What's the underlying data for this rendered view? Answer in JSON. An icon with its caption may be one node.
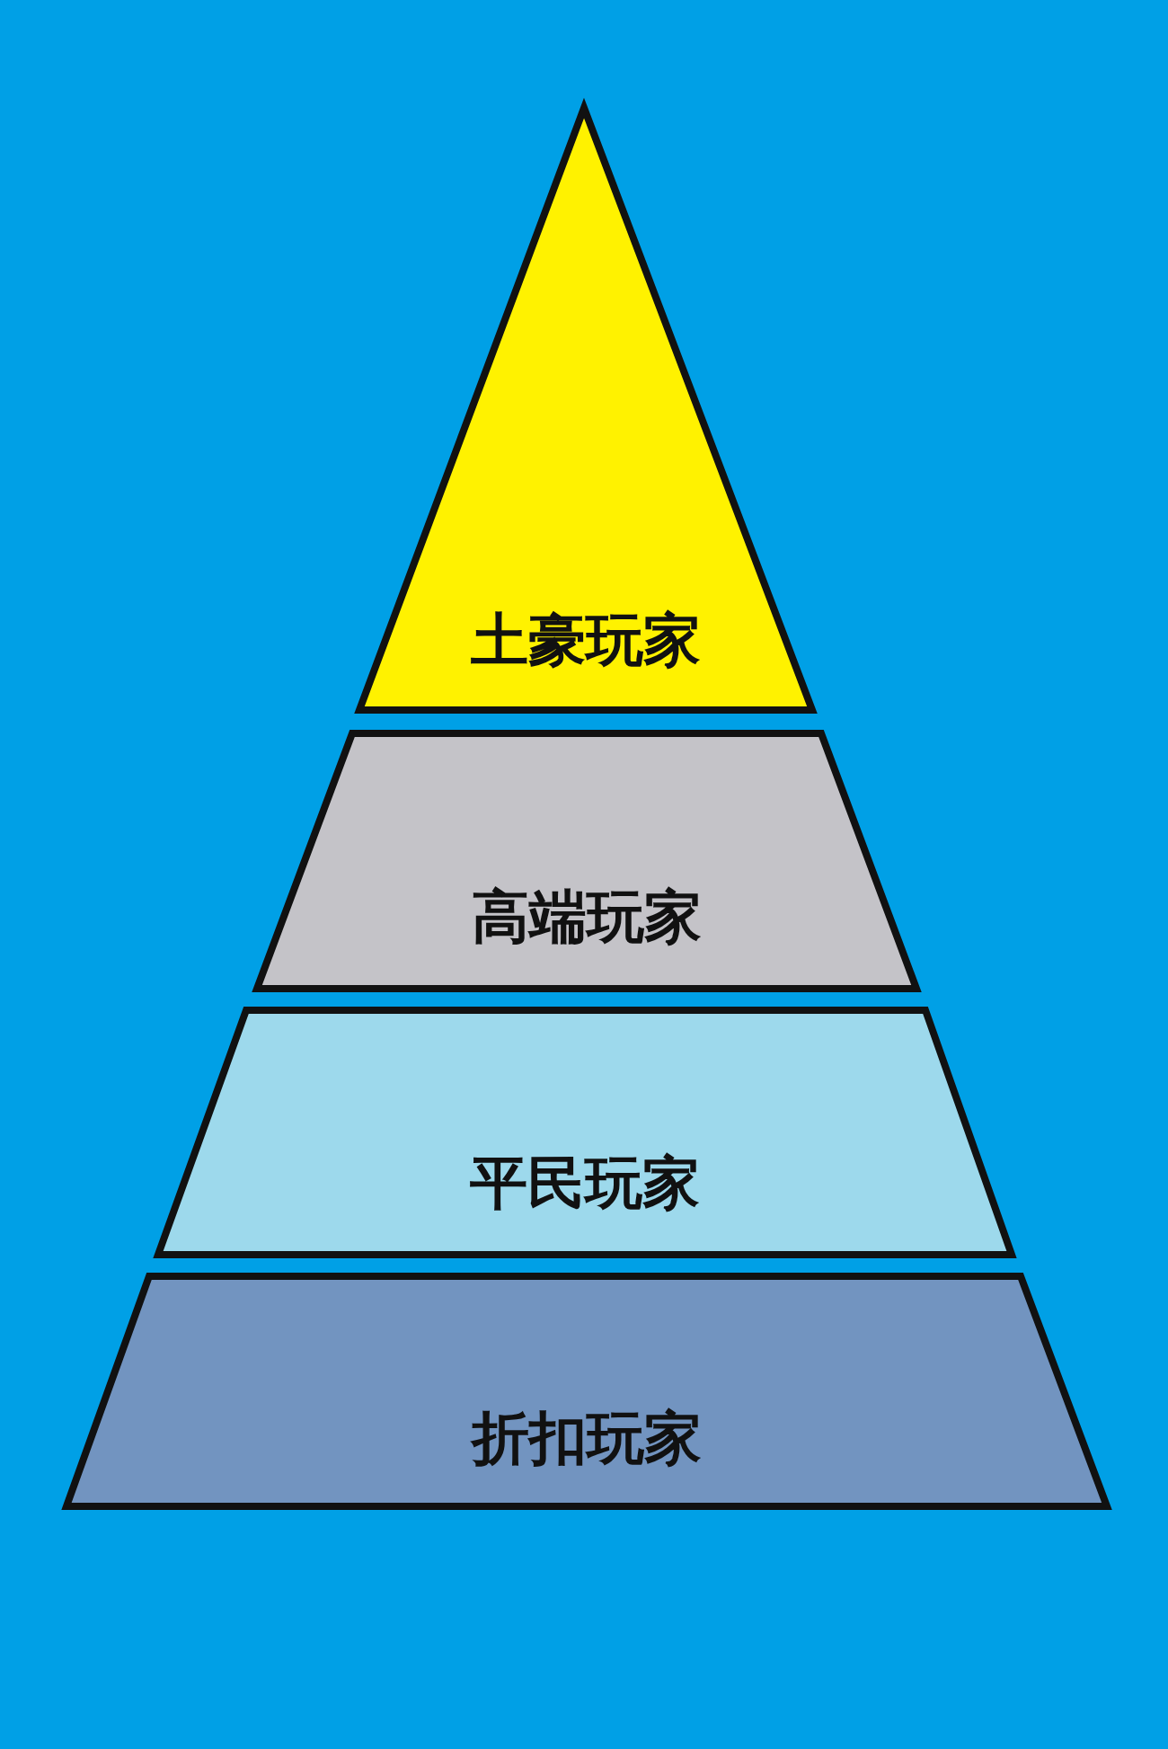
{
  "diagram": {
    "nodes": [
      {
        "text": [
          "土豪玩家"
        ]
      },
      {
        "text": [
          "高端玩家"
        ]
      },
      {
        "text": [
          "平民玩家"
        ]
      },
      {
        "text": [
          "折扣玩家"
        ]
      }
    ]
  }
}
